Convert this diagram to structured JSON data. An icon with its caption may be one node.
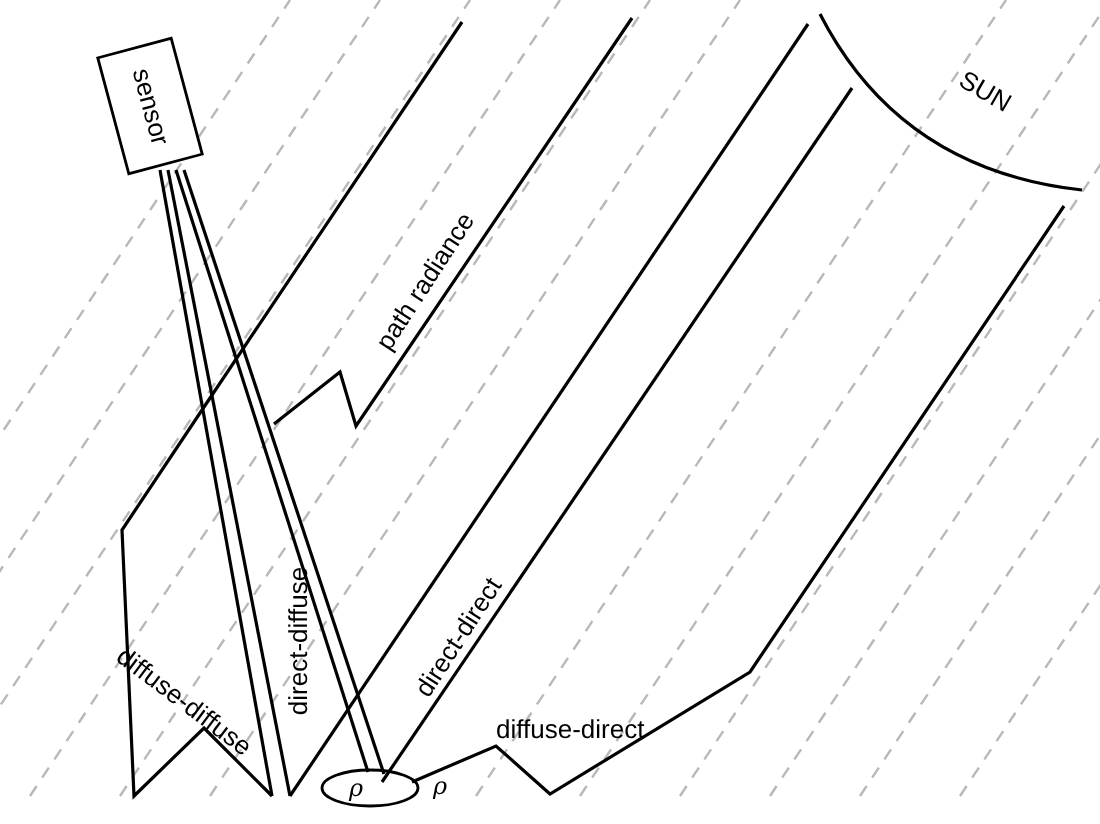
{
  "diagram": {
    "nodes": [
      {
        "text": [
          "sensor"
        ]
      },
      {
        "text": [
          "SUN"
        ]
      },
      {
        "text": [
          "ρ"
        ],
        "beside": [
          "ρ"
        ]
      }
    ],
    "edges": [
      {
        "from": 1,
        "to": 2,
        "arrow": "none",
        "label": "direct-direct"
      },
      {
        "from": 1,
        "to": 2,
        "arrow": "none",
        "label": "diffuse-direct"
      },
      {
        "from": 0,
        "to": 2,
        "arrow": "none"
      },
      {
        "from": 0,
        "to": 2,
        "arrow": "none"
      }
    ],
    "labels": [
      "path radiance",
      "diffuse-diffuse",
      "direct-diffuse"
    ]
  }
}
